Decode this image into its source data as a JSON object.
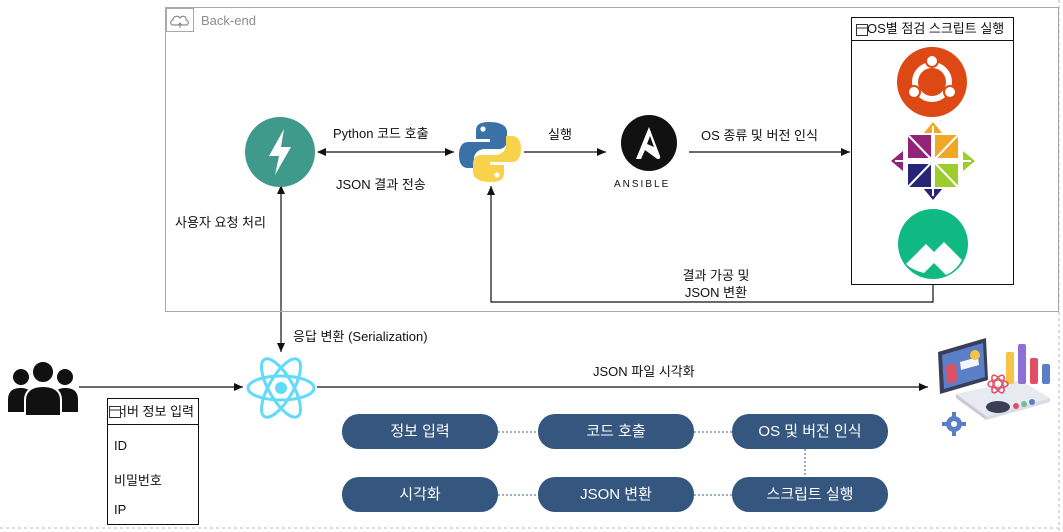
{
  "backend": {
    "title": "Back-end"
  },
  "os_panel": {
    "title": "OS별 점검 스크립트 실행"
  },
  "ansible": {
    "wordmark": "ANSIBLE"
  },
  "edges": {
    "python_call": "Python 코드 호출",
    "json_result": "JSON 결과 전송",
    "run": "실행",
    "os_detect": "OS 종류 및 버전 인식",
    "user_request": "사용자 요청 처리",
    "result_process_1": "결과 가공 및",
    "result_process_2": "JSON 변환",
    "serialization": "응답 변환 (Serialization)",
    "visualize": "JSON 파일 시각화"
  },
  "server_form": {
    "title": "서버 정보 입력",
    "fields": [
      "ID",
      "비밀번호",
      "IP"
    ]
  },
  "flow": {
    "row1": [
      "정보 입력",
      "코드 호출",
      "OS 및 버전 인식"
    ],
    "row2": [
      "시각화",
      "JSON 변환",
      "스크립트 실행"
    ]
  },
  "icons": {
    "backend": "cloud-icon",
    "fastapi": "fastapi-icon",
    "python": "python-icon",
    "ansible": "ansible-icon",
    "ubuntu": "ubuntu-icon",
    "centos": "centos-icon",
    "rocky": "rocky-linux-icon",
    "users": "users-icon",
    "react": "react-icon",
    "dashboard": "dashboard-illustration-icon"
  },
  "colors": {
    "pill": "#34567f",
    "fastapi": "#3f9a8b",
    "ubuntu": "#dd4814",
    "rocky": "#10b981",
    "react": "#61dafb",
    "python_blue": "#3a72a8",
    "python_yellow": "#f7d24a"
  }
}
